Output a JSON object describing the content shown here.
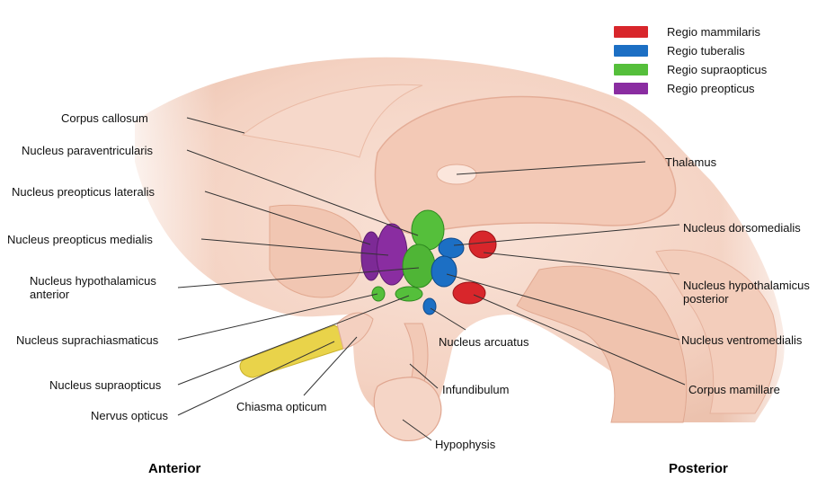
{
  "legend": [
    {
      "label": "Regio mammilaris",
      "color": "#d8262b"
    },
    {
      "label": "Regio tuberalis",
      "color": "#1c6fc4"
    },
    {
      "label": "Regio supraopticus",
      "color": "#55bf3b"
    },
    {
      "label": "Regio preopticus",
      "color": "#8a2da1"
    }
  ],
  "labels_left": {
    "corpus_callosum": "Corpus callosum",
    "paraventricularis": "Nucleus paraventricularis",
    "preopticus_lateralis": "Nucleus preopticus lateralis",
    "preopticus_medialis": "Nucleus preopticus medialis",
    "hypothalamicus_anterior_1": "Nucleus hypothalamicus",
    "hypothalamicus_anterior_2": "anterior",
    "suprachiasmaticus": "Nucleus suprachiasmaticus",
    "supraopticus": "Nucleus supraopticus",
    "nervus_opticus": "Nervus opticus"
  },
  "labels_right": {
    "thalamus": "Thalamus",
    "dorsomedialis": "Nucleus dorsomedialis",
    "hypothalamicus_posterior_1": "Nucleus hypothalamicus",
    "hypothalamicus_posterior_2": "posterior",
    "ventromedialis": "Nucleus ventromedialis",
    "corpus_mamillare": "Corpus mamillare"
  },
  "labels_center": {
    "arcuatus": "Nucleus arcuatus",
    "infundibulum": "Infundibulum",
    "chiasma_opticum": "Chiasma opticum",
    "hypophysis": "Hypophysis"
  },
  "orientation": {
    "anterior": "Anterior",
    "posterior": "Posterior"
  },
  "colors": {
    "tissue": "#f4d2c2",
    "tissue_dark": "#e7b7a3",
    "nerve": "#e8d24a",
    "leader": "#333333"
  }
}
